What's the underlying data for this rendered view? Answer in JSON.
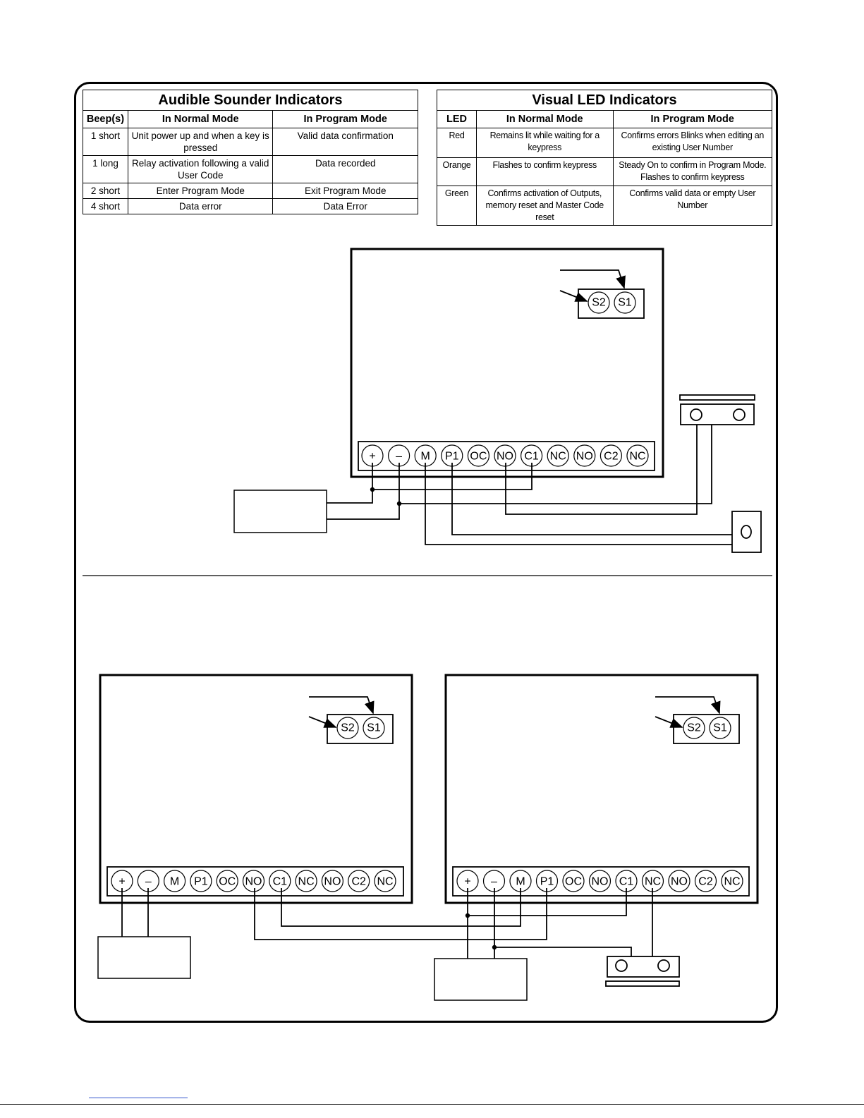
{
  "audible_table": {
    "title": "Audible Sounder Indicators",
    "headers": [
      "Beep(s)",
      "In Normal Mode",
      "In Program Mode"
    ],
    "rows": [
      [
        "1 short",
        "Unit power up and when a key is pressed",
        "Valid data confirmation"
      ],
      [
        "1 long",
        "Relay activation following a valid User Code",
        "Data recorded"
      ],
      [
        "2 short",
        "Enter Program Mode",
        "Exit Program Mode"
      ],
      [
        "4 short",
        "Data error",
        "Data Error"
      ]
    ]
  },
  "visual_table": {
    "title": "Visual LED Indicators",
    "headers": [
      "LED",
      "In Normal Mode",
      "In Program Mode"
    ],
    "rows": [
      [
        "Red",
        "Remains lit while waiting for a keypress",
        "Confirms errors Blinks when editing an existing User Number"
      ],
      [
        "Orange",
        "Flashes to confirm keypress",
        "Steady On to confirm in Program Mode. Flashes to confirm keypress"
      ],
      [
        "Green",
        "Confirms activation of Outputs, memory reset and Master Code reset",
        "Confirms valid data or empty User Number"
      ]
    ]
  },
  "terminals": [
    "+",
    "–",
    "M",
    "P1",
    "OC",
    "NO",
    "C1",
    "NC",
    "NO",
    "C2",
    "NC"
  ],
  "switch_terminals": [
    "S2",
    "S1"
  ]
}
